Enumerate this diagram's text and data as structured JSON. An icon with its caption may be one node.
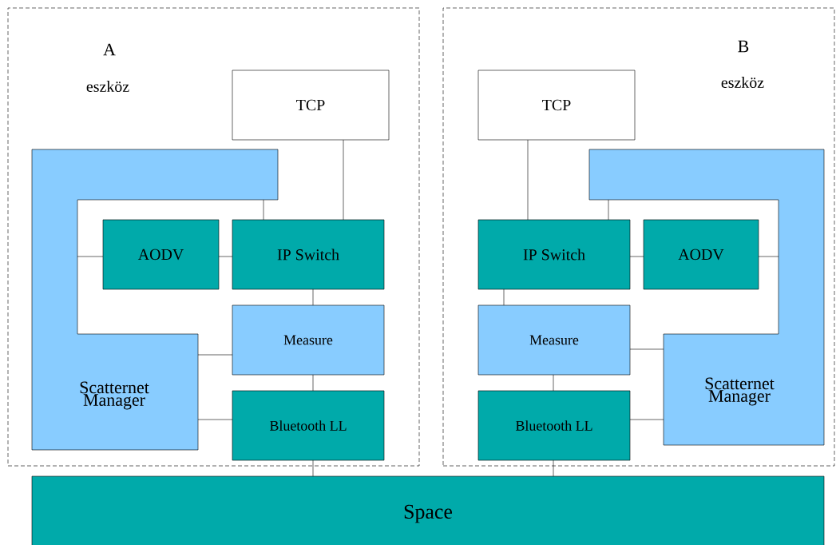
{
  "diagram": {
    "nodes": [
      {
        "text": [
          "A",
          "eszköz"
        ]
      },
      {
        "text": [
          "TCP"
        ],
        "in": 0
      },
      {
        "text": [
          "Scatternet Manager"
        ],
        "in": 0
      },
      {
        "text": [
          "AODV"
        ],
        "in": 0
      },
      {
        "text": [
          "IP Switch"
        ],
        "in": 0
      },
      {
        "text": [
          "Measure"
        ],
        "in": 0
      },
      {
        "text": [
          "Bluetooth LL"
        ],
        "in": 0
      },
      {
        "text": [
          "B",
          "eszköz"
        ]
      },
      {
        "text": [
          "TCP"
        ],
        "in": 7
      },
      {
        "text": [
          "Scatternet Manager"
        ],
        "in": 7
      },
      {
        "text": [
          "IP Switch"
        ],
        "in": 7
      },
      {
        "text": [
          "AODV"
        ],
        "in": 7
      },
      {
        "text": [
          "Measure"
        ],
        "in": 7
      },
      {
        "text": [
          "Bluetooth LL"
        ],
        "in": 7
      },
      {
        "text": [
          "Space"
        ]
      }
    ],
    "edges": [
      {
        "from": 1,
        "to": 4,
        "arrow": "none"
      },
      {
        "from": 2,
        "to": 4,
        "arrow": "none"
      },
      {
        "from": 2,
        "to": 3,
        "arrow": "none"
      },
      {
        "from": 3,
        "to": 4,
        "arrow": "none"
      },
      {
        "from": 4,
        "to": 5,
        "arrow": "none"
      },
      {
        "from": 2,
        "to": 5,
        "arrow": "none"
      },
      {
        "from": 5,
        "to": 6,
        "arrow": "none"
      },
      {
        "from": 2,
        "to": 6,
        "arrow": "none"
      },
      {
        "from": 6,
        "to": 14,
        "arrow": "none"
      },
      {
        "from": 8,
        "to": 10,
        "arrow": "none"
      },
      {
        "from": 9,
        "to": 10,
        "arrow": "none"
      },
      {
        "from": 10,
        "to": 11,
        "arrow": "none"
      },
      {
        "from": 11,
        "to": 9,
        "arrow": "none"
      },
      {
        "from": 10,
        "to": 12,
        "arrow": "none"
      },
      {
        "from": 12,
        "to": 9,
        "arrow": "none"
      },
      {
        "from": 12,
        "to": 13,
        "arrow": "none"
      },
      {
        "from": 13,
        "to": 9,
        "arrow": "none"
      },
      {
        "from": 13,
        "to": 14,
        "arrow": "none"
      }
    ]
  }
}
